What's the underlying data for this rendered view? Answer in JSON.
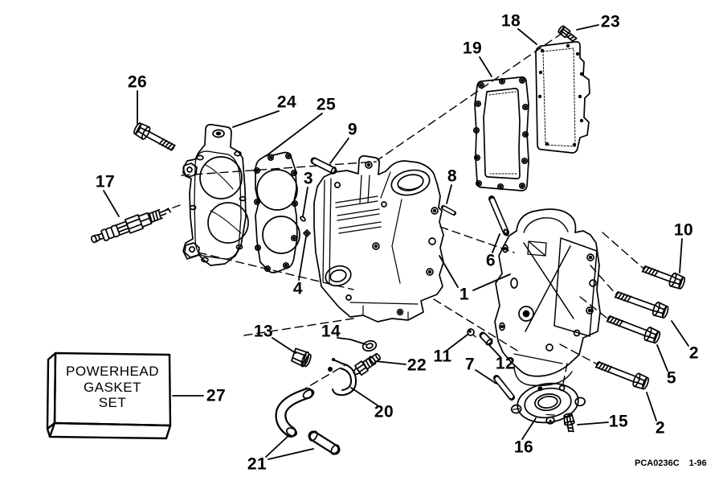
{
  "meta": {
    "background_color": "#ffffff",
    "line_color": "#000000",
    "description_visible_text_only": true
  },
  "callouts": {
    "c1": "1",
    "c2_upper": "2",
    "c2_lower": "2",
    "c3": "3",
    "c4": "4",
    "c5": "5",
    "c6": "6",
    "c7": "7",
    "c8": "8",
    "c9": "9",
    "c10": "10",
    "c11": "11",
    "c12": "12",
    "c13": "13",
    "c14": "14",
    "c15": "15",
    "c16": "16",
    "c17": "17",
    "c18": "18",
    "c19": "19",
    "c20": "20",
    "c21": "21",
    "c22": "22",
    "c23": "23",
    "c24": "24",
    "c25": "25",
    "c26": "26",
    "c27": "27"
  },
  "gasket_set_box": {
    "line1": "POWERHEAD",
    "line2": "GASKET",
    "line3": "SET"
  },
  "footer": {
    "drawing_number": "PCA0236C",
    "date_code": "1-96"
  }
}
